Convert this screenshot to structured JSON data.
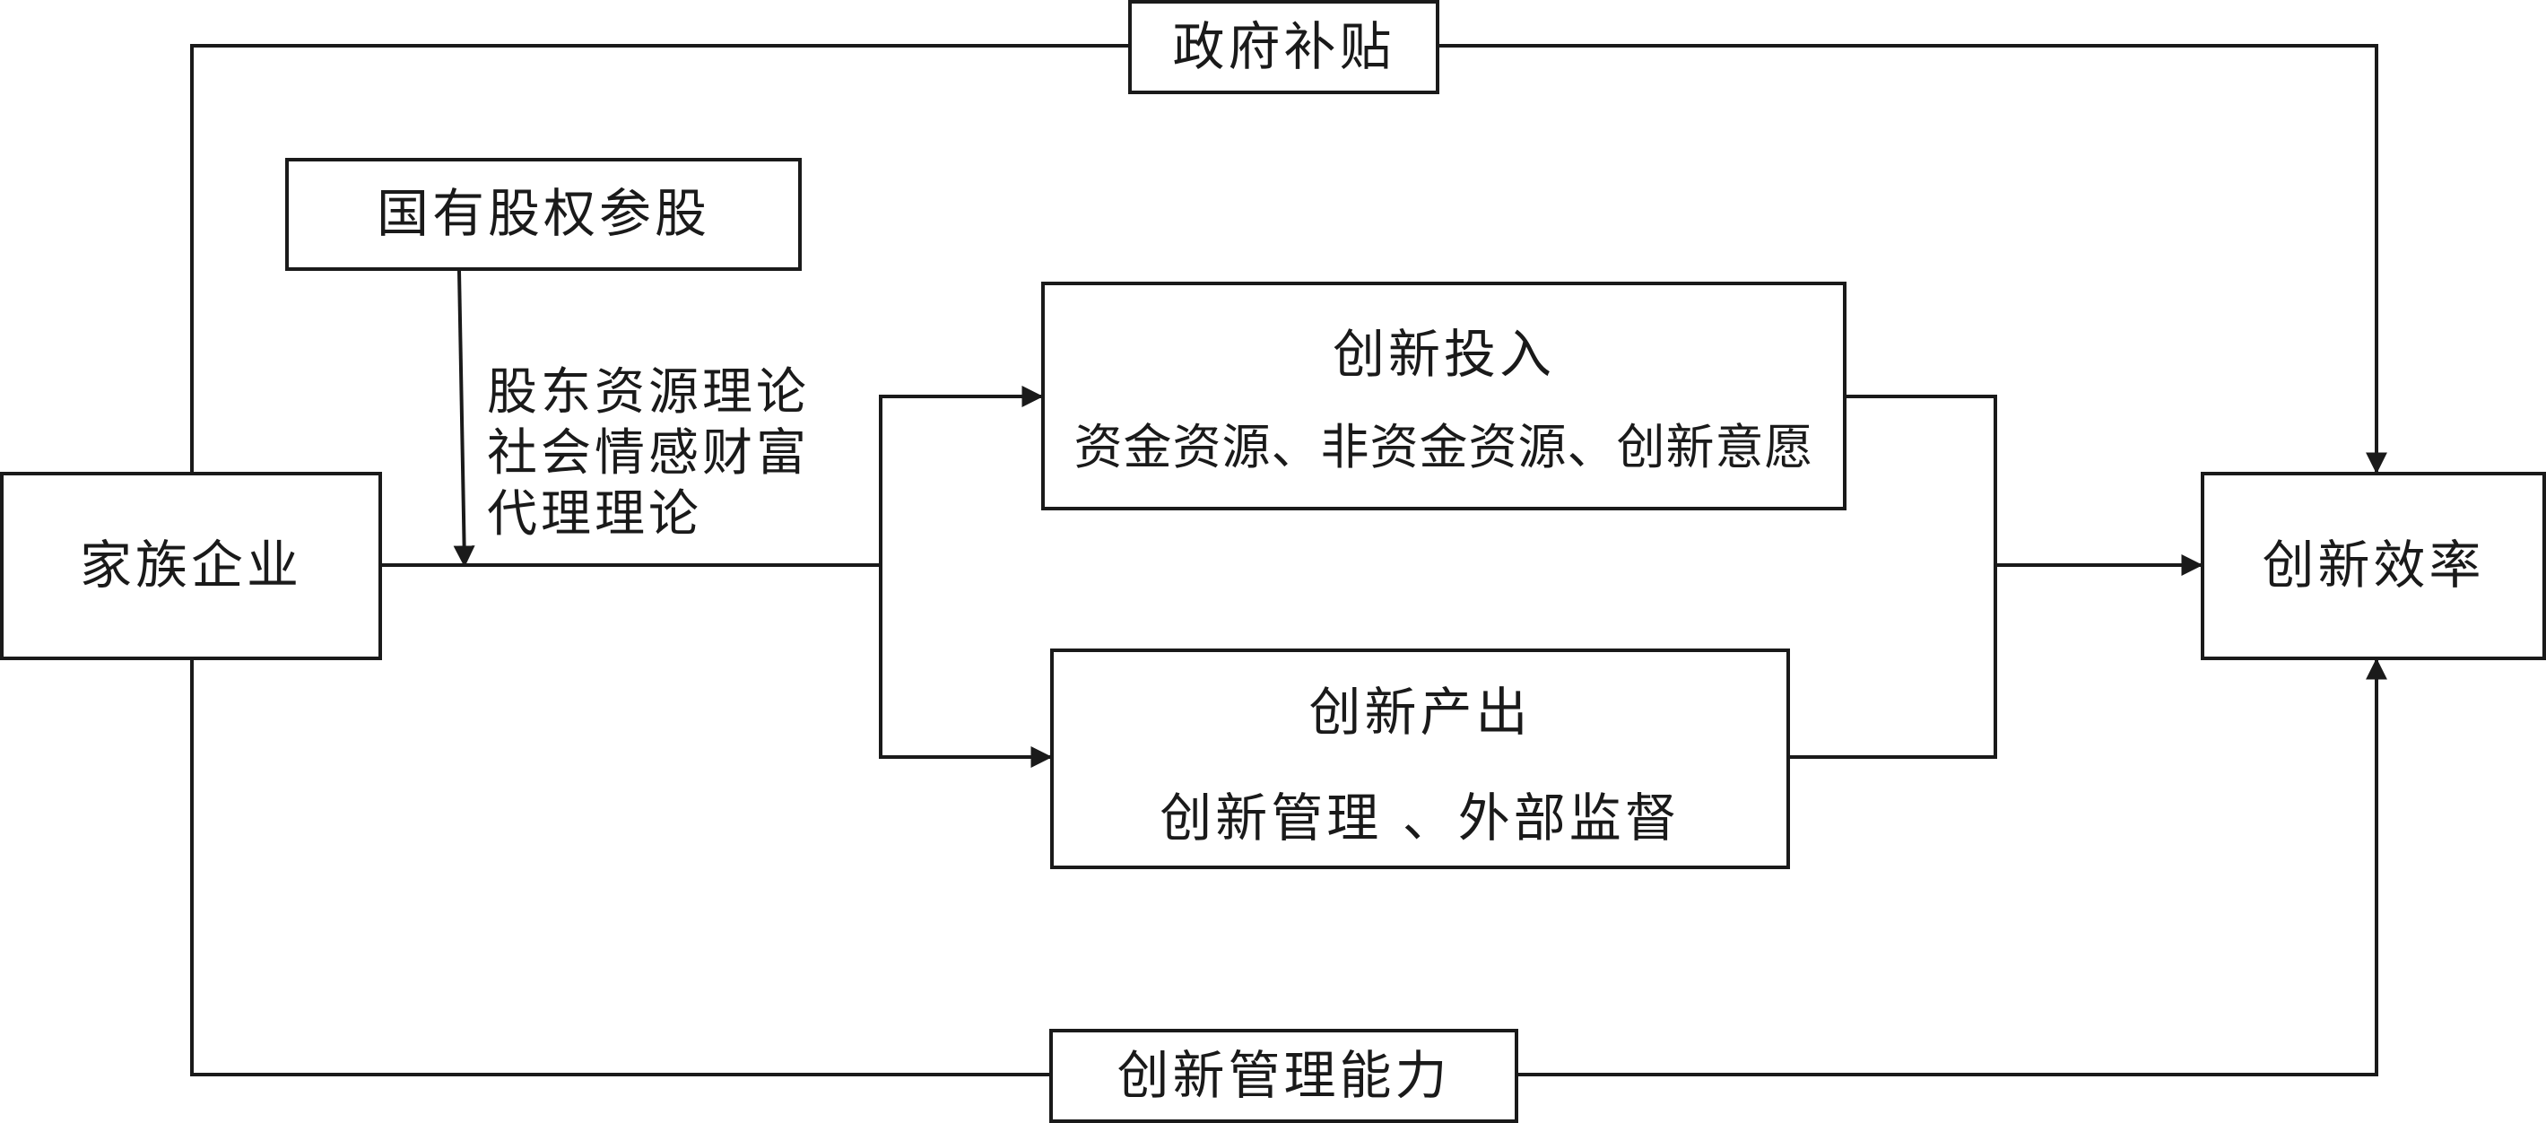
{
  "nodes": {
    "family_business": "家族企业",
    "innovation_efficiency": "创新效率",
    "government_subsidy": "政府补贴",
    "state_ownership": "国有股权参股",
    "innovation_management_capability": "创新管理能力",
    "innovation_input": {
      "title": "创新投入",
      "detail": "资金资源、非资金资源、创新意愿"
    },
    "innovation_output": {
      "title": "创新产出",
      "detail": "创新管理 、外部监督"
    }
  },
  "theories": [
    "股东资源理论",
    "社会情感财富",
    "代理理论"
  ]
}
